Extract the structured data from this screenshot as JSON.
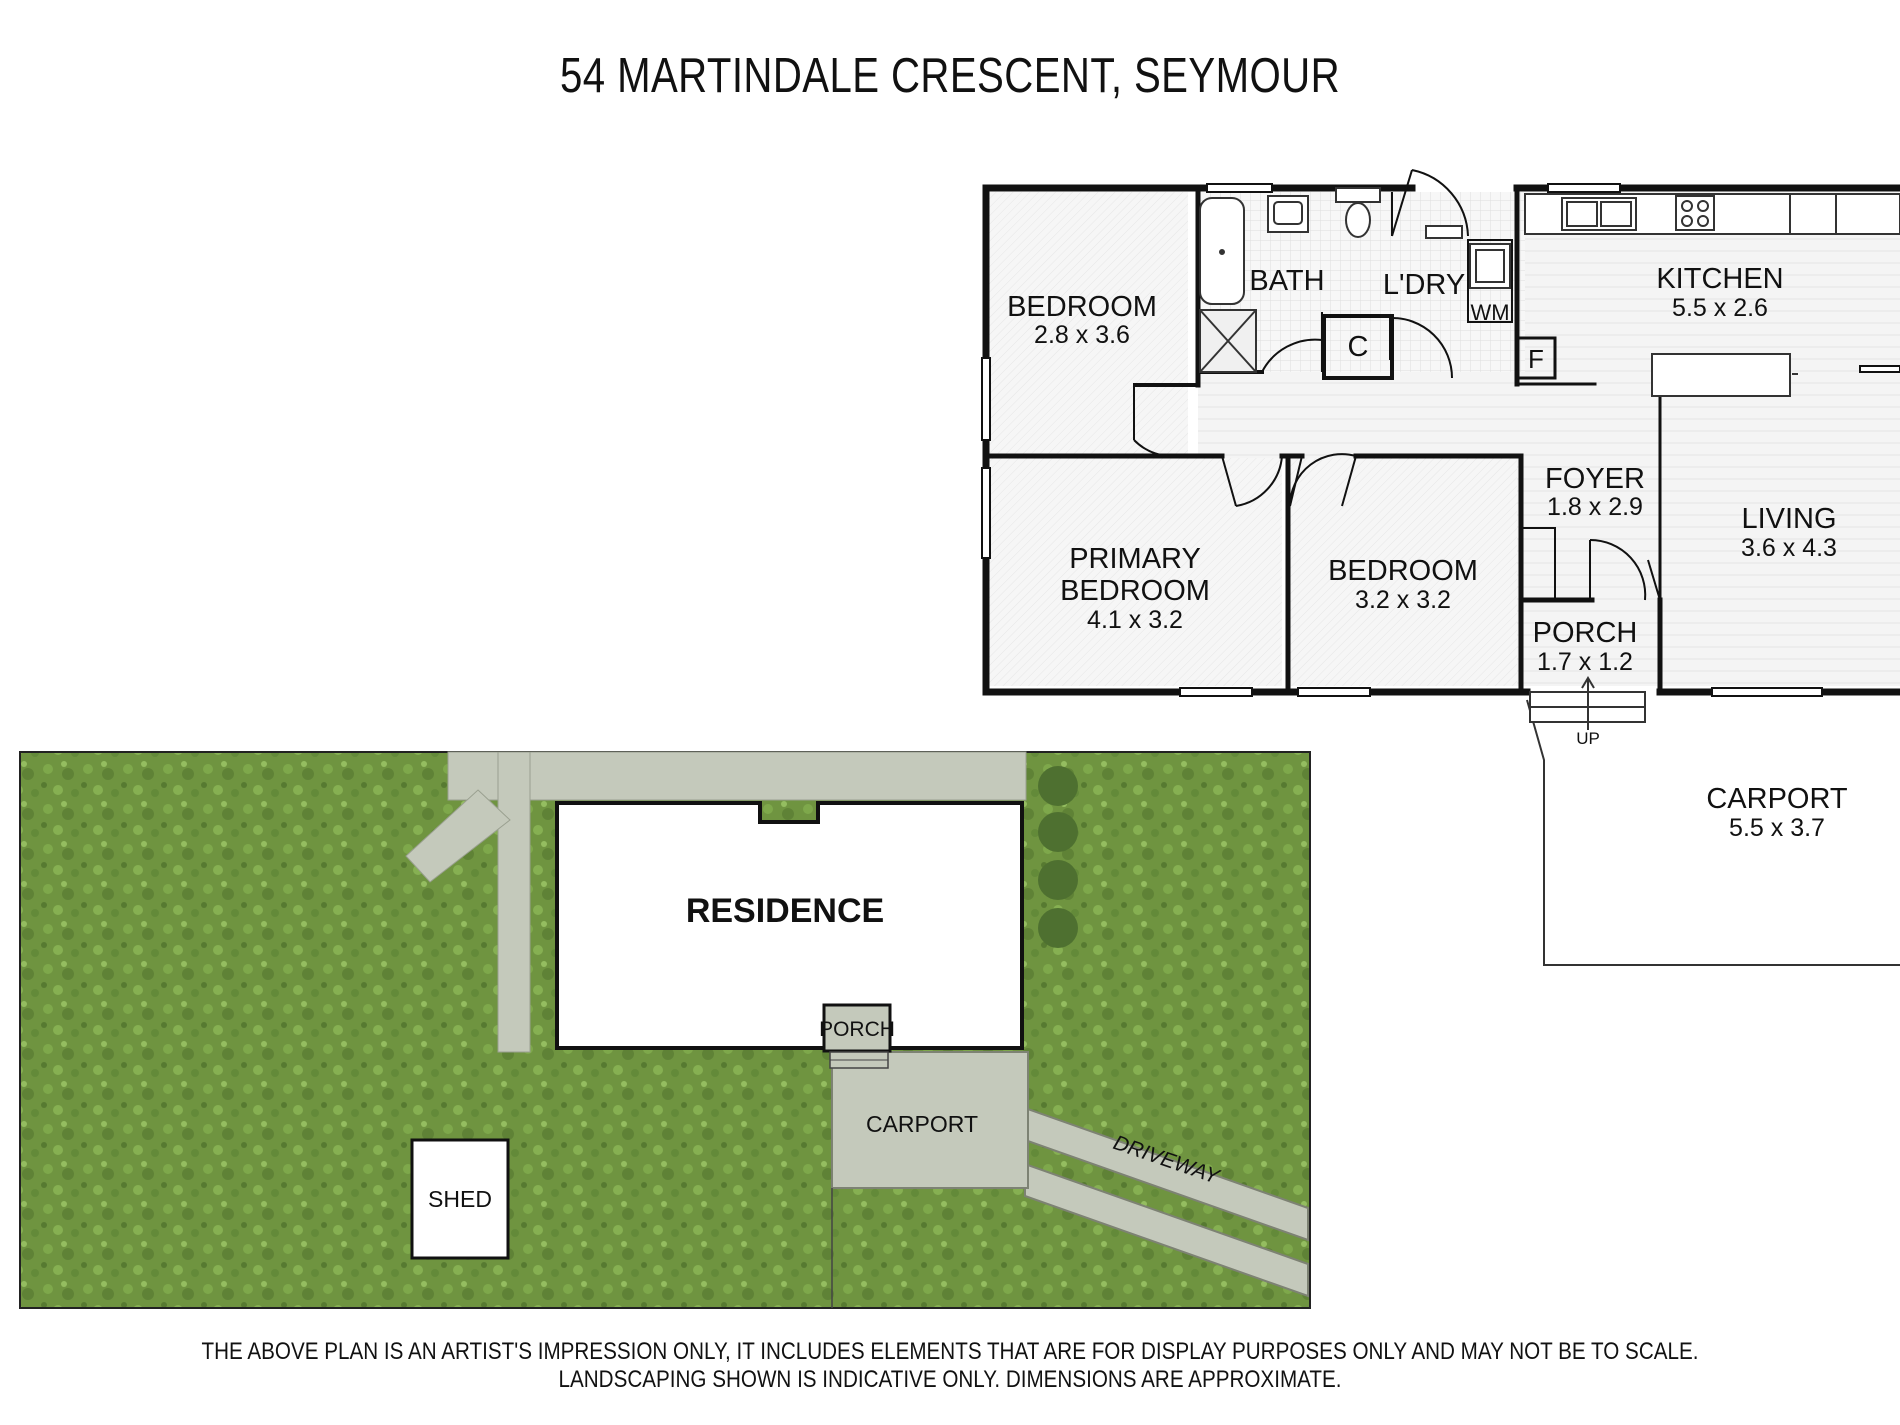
{
  "title": "54 MARTINDALE CRESCENT, SEYMOUR",
  "floor_plan": {
    "rooms": [
      {
        "id": "bedroom-1",
        "name": "BEDROOM",
        "dims": "2.8 x 3.6"
      },
      {
        "id": "bath",
        "name": "BATH"
      },
      {
        "id": "laundry",
        "name": "L'DRY"
      },
      {
        "id": "kitchen",
        "name": "KITCHEN",
        "dims": "5.5 x 2.6"
      },
      {
        "id": "primary-bedroom",
        "name_line1": "PRIMARY",
        "name_line2": "BEDROOM",
        "dims": "4.1 x 3.2"
      },
      {
        "id": "bedroom-2",
        "name": "BEDROOM",
        "dims": "3.2 x 3.2"
      },
      {
        "id": "foyer",
        "name": "FOYER",
        "dims": "1.8 x 2.9"
      },
      {
        "id": "living",
        "name": "LIVING",
        "dims": "3.6 x 4.3"
      },
      {
        "id": "porch",
        "name": "PORCH",
        "dims": "1.7 x 1.2"
      },
      {
        "id": "carport",
        "name": "CARPORT",
        "dims": "5.5 x 3.7"
      }
    ],
    "fixtures": {
      "cupboard": "C",
      "washing_machine": "WM",
      "fridge": "F",
      "stairs": "UP"
    }
  },
  "site_plan": {
    "residence": "RESIDENCE",
    "porch": "PORCH",
    "carport": "CARPORT",
    "shed": "SHED",
    "driveway": "DRIVEWAY"
  },
  "disclaimer": {
    "line1": "THE ABOVE PLAN IS AN ARTIST'S IMPRESSION ONLY, IT INCLUDES ELEMENTS THAT ARE FOR DISPLAY PURPOSES ONLY AND MAY NOT BE TO SCALE.",
    "line2": "LANDSCAPING SHOWN IS INDICATIVE ONLY. DIMENSIONS ARE APPROXIMATE."
  },
  "colors": {
    "grass": "#6f9440",
    "path": "#c4c9bb",
    "wall": "#111111",
    "floor": "#ececec"
  }
}
